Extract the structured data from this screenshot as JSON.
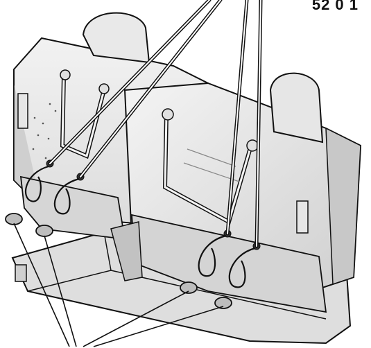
{
  "figure": {
    "code_label": "52 0 1",
    "colors": {
      "line": "#111111",
      "seat_light": "#efefef",
      "seat_mid": "#d9d9d9",
      "seat_dark": "#bdbdbd",
      "shadow": "#9a9a9a"
    },
    "parts": [
      {
        "name": "seat-belt-buckle-anchor",
        "count": 4
      },
      {
        "name": "latch-release-button",
        "count": 4
      }
    ]
  }
}
